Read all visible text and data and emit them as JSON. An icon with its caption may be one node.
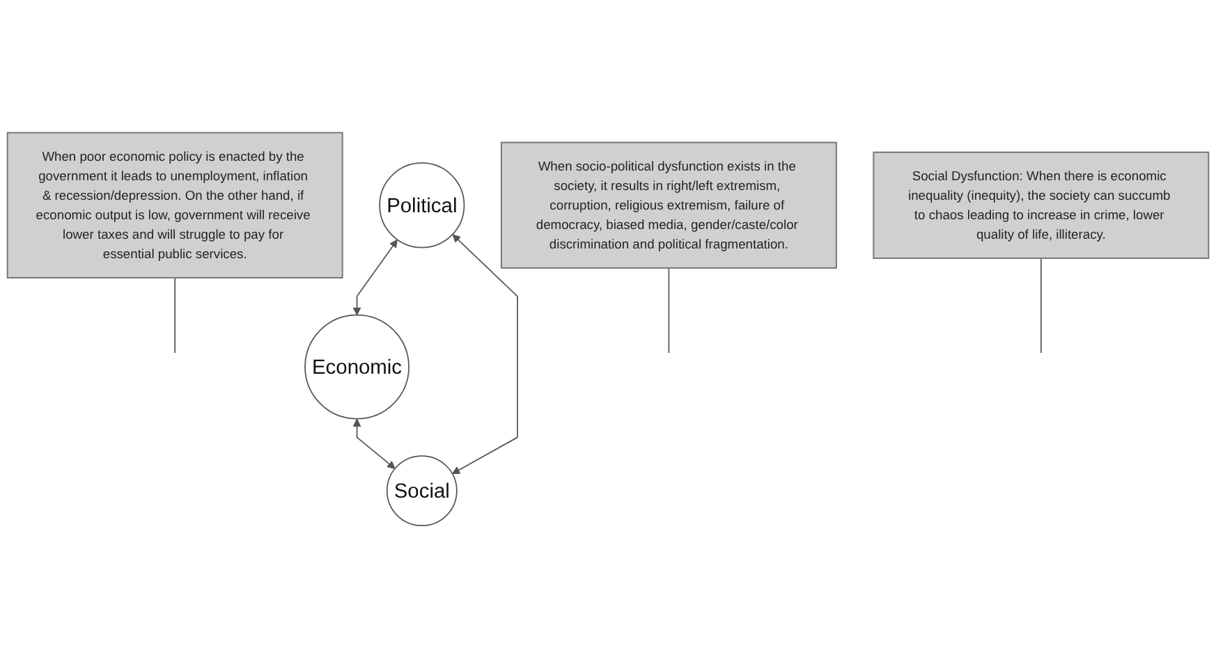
{
  "diagram": {
    "nodes": [
      {
        "text": [
          "When poor economic policy is enacted by the government it leads to unemployment, inflation & recession/depression. On the other hand, if economic output is low, government will receive lower taxes and will struggle to pay for essential public services."
        ]
      },
      {
        "text": [
          "Political"
        ]
      },
      {
        "text": [
          "When socio-political dysfunction exists in the society, it results in right/left extremism, corruption, religious extremism, failure of democracy, biased media, gender/caste/color discrimination and political fragmentation."
        ]
      },
      {
        "text": [
          "Economic"
        ]
      },
      {
        "text": [
          "Social"
        ]
      },
      {
        "text": [
          "Social Dysfunction: When there is economic inequality (inequity), the society can succumb to chaos leading to increase in crime, lower quality of life, illiteracy."
        ]
      }
    ],
    "edges": [
      {
        "from": 1,
        "to": 3,
        "arrow": "both"
      },
      {
        "from": 1,
        "to": 4,
        "arrow": "both"
      },
      {
        "from": 3,
        "to": 4,
        "arrow": "both"
      },
      {
        "from": 0,
        "to": null,
        "arrow": "none"
      },
      {
        "from": 2,
        "to": null,
        "arrow": "none"
      },
      {
        "from": 5,
        "to": null,
        "arrow": "none"
      }
    ]
  }
}
